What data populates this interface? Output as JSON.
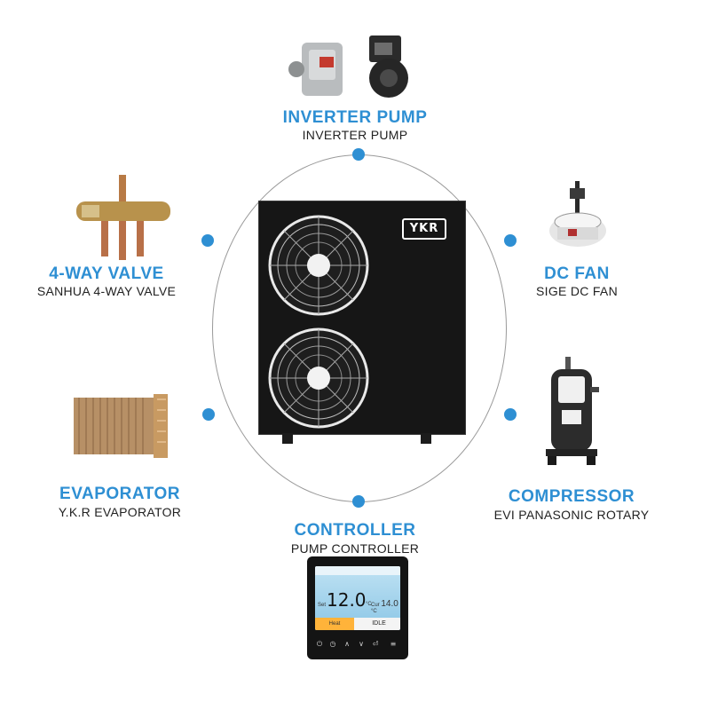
{
  "components": {
    "pump": {
      "title": "INVERTER PUMP",
      "subtitle": "INVERTER PUMP"
    },
    "valve": {
      "title": "4-WAY VALVE",
      "subtitle": "SANHUA 4-WAY VALVE"
    },
    "fan": {
      "title": "DC FAN",
      "subtitle": "SIGE DC FAN"
    },
    "evaporator": {
      "title": "EVAPORATOR",
      "subtitle": "Y.K.R EVAPORATOR"
    },
    "compressor": {
      "title": "COMPRESSOR",
      "subtitle": "EVI PANASONIC ROTARY"
    },
    "controller": {
      "title": "CONTROLLER",
      "subtitle": "PUMP CONTROLLER"
    }
  },
  "unit": {
    "logo": "YKR"
  },
  "controller_screen": {
    "set_label": "Set",
    "set_value": "12.0",
    "unit": "°C",
    "current_label": "Cur",
    "current_value": "14.0",
    "current_unit": "°C",
    "mode": "Heat",
    "state": "IDLE"
  },
  "colors": {
    "accent": "#2e8fd3",
    "ring": "#9a9a9a",
    "unit_body": "#161616"
  }
}
